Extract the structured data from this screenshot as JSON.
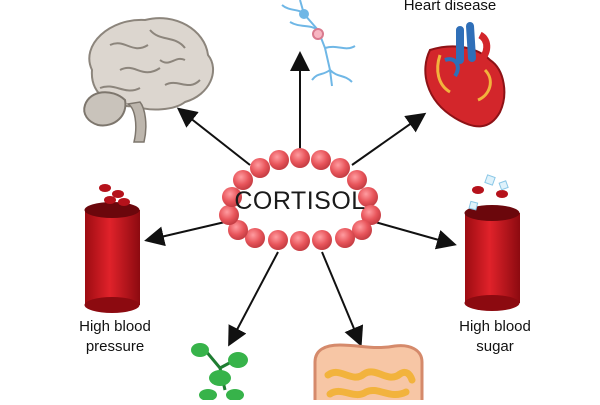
{
  "diagram": {
    "center_label": "CORTISOL",
    "labels": {
      "heart": "Heart disease",
      "pressure_line1": "High blood",
      "pressure_line2": "pressure",
      "sugar_line1": "High blood",
      "sugar_line2": "sugar"
    },
    "colors": {
      "molecule": "#e8555b",
      "vessel": "#c8141c",
      "blood_cell": "#b5121b",
      "brain": "#d9d4ce",
      "neuron": "#6fb7e6",
      "heart": "#d3262b",
      "heart_vessels": "#2f6fb8",
      "fat_cells": "#37b34a",
      "intestine": "#f2b33d",
      "arrow": "#111111"
    },
    "icons": [
      "brain-icon",
      "neuron-icon",
      "heart-icon",
      "blood-vessel-icon",
      "fat-cells-icon",
      "intestine-icon"
    ]
  }
}
